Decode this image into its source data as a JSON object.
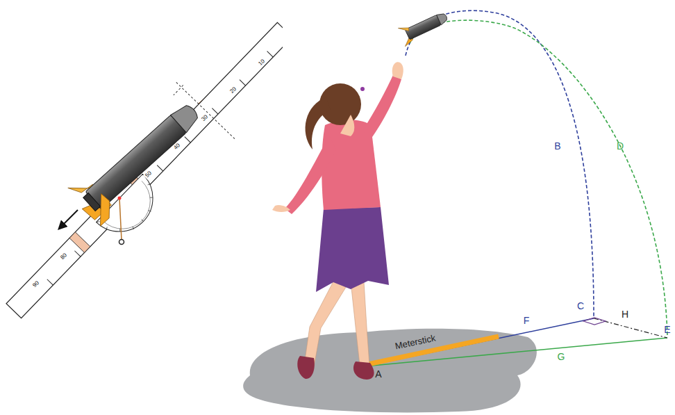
{
  "diagram": {
    "labels": [
      "10",
      "20",
      "30",
      "40",
      "50",
      "80",
      "90",
      "B",
      "D",
      "C",
      "H",
      "F",
      "G",
      "A",
      "E",
      "Meterstick"
    ]
  }
}
